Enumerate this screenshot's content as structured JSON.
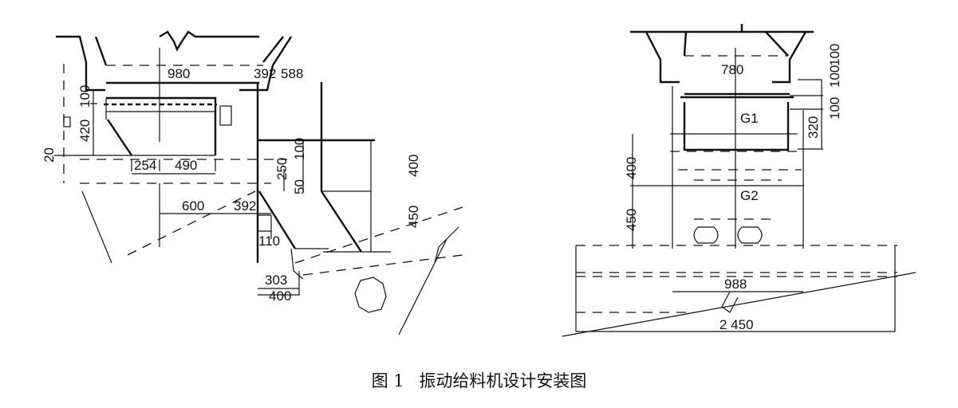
{
  "side_view": {
    "dimensions": {
      "d980": "980",
      "d392_top": "392",
      "d588": "588",
      "d100_left": "100",
      "d420": "420",
      "d20": "20",
      "d254": "254",
      "d490": "490",
      "d100_chute": "100",
      "d250": "250",
      "d50": "50",
      "d400_chute": "400",
      "d450_chute": "450",
      "d600": "600",
      "d392_bottom": "392",
      "d110": "110",
      "d303": "303",
      "d400_bottom": "400"
    }
  },
  "front_view": {
    "dimensions": {
      "d780": "780",
      "d100_a": "100",
      "d100_b": "100",
      "d100_c": "100",
      "d320": "320",
      "d400": "400",
      "d450": "450",
      "d988": "988",
      "d2450": "2 450"
    },
    "labels": {
      "g1": "G1",
      "g2": "G2"
    }
  },
  "caption": {
    "number": "图 1",
    "title": "振动给料机设计安装图"
  }
}
